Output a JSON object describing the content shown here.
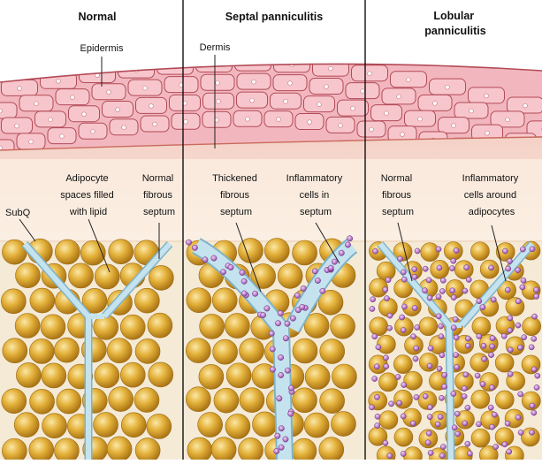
{
  "panels": [
    {
      "title": [
        "Normal"
      ]
    },
    {
      "title": [
        "Septal panniculitis"
      ]
    },
    {
      "title": [
        "Lobular",
        "panniculitis"
      ]
    }
  ],
  "labels": {
    "epidermis": [
      "Epidermis"
    ],
    "dermis": [
      "Dermis"
    ],
    "subq": [
      "SubQ"
    ],
    "adipocyte": [
      "Adipocyte",
      "spaces filled",
      "with lipid"
    ],
    "normal_septum_1": [
      "Normal",
      "fibrous",
      "septum"
    ],
    "thickened_septum": [
      "Thickened",
      "fibrous",
      "septum"
    ],
    "inflam_septum": [
      "Inflammatory",
      "cells in",
      "septum"
    ],
    "normal_septum_2": [
      "Normal",
      "fibrous",
      "septum"
    ],
    "inflam_adipocytes": [
      "Inflammatory",
      "cells around",
      "adipocytes"
    ]
  },
  "colors": {
    "epidermis_cell": "#f6c3c8",
    "epidermis_border": "#b24a57",
    "nucleus": "#ffffff",
    "dermis": "#f7dcd0",
    "subq_band": "#fbeee0",
    "fat_background": "#f6ecda",
    "adipocyte": "#d9a21f",
    "septum": "#bfe0ec",
    "septum_border": "#7fb3c8",
    "inflammatory_cell": "#b06ec0",
    "divider": "#111111"
  }
}
